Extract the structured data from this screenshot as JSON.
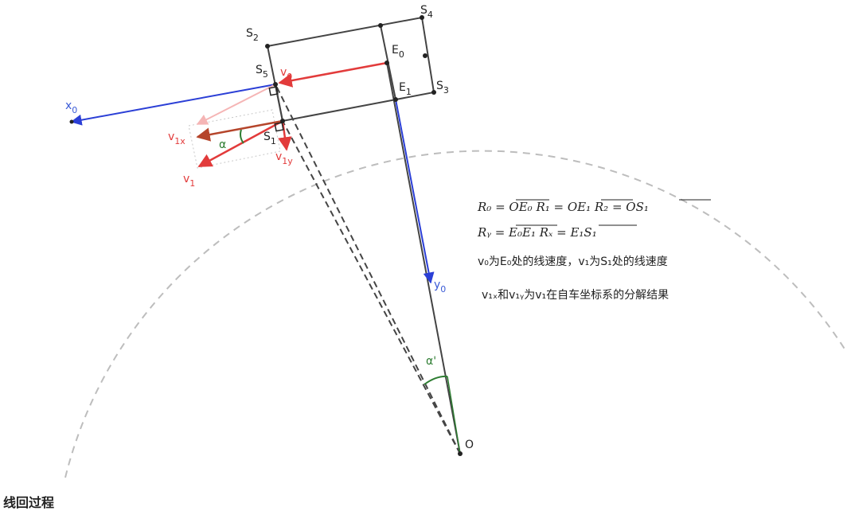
{
  "labels": {
    "S4": "S",
    "S4_sub": "4",
    "S2": "S",
    "S2_sub": "2",
    "S5": "S",
    "S5_sub": "5",
    "S3": "S",
    "S3_sub": "3",
    "S1": "S",
    "S1_sub": "1",
    "E0": "E",
    "E0_sub": "0",
    "E1": "E",
    "E1_sub": "1",
    "v0": "v",
    "v0_sub": "0",
    "x0": "x",
    "x0_sub": "0",
    "y0": "y",
    "y0_sub": "0",
    "v1x": "v",
    "v1x_sub": "1x",
    "v1y": "v",
    "v1y_sub": "1y",
    "v1": "v",
    "v1_sub": "1",
    "alpha": "α",
    "alpha_prime": "α'",
    "O": "O"
  },
  "formulas": {
    "line1": "R₀ = OE₀    R₁ = OE₁    R₂ = OS₁",
    "line2": "Rᵧ = E₀E₁    Rₓ = E₁S₁",
    "line3": "v₀为E₀处的线速度，v₁为S₁处的线速度",
    "line4": "v₁ₓ和v₁ᵧ为v₁在自车坐标系的分解结果"
  },
  "footer": "线回过程"
}
